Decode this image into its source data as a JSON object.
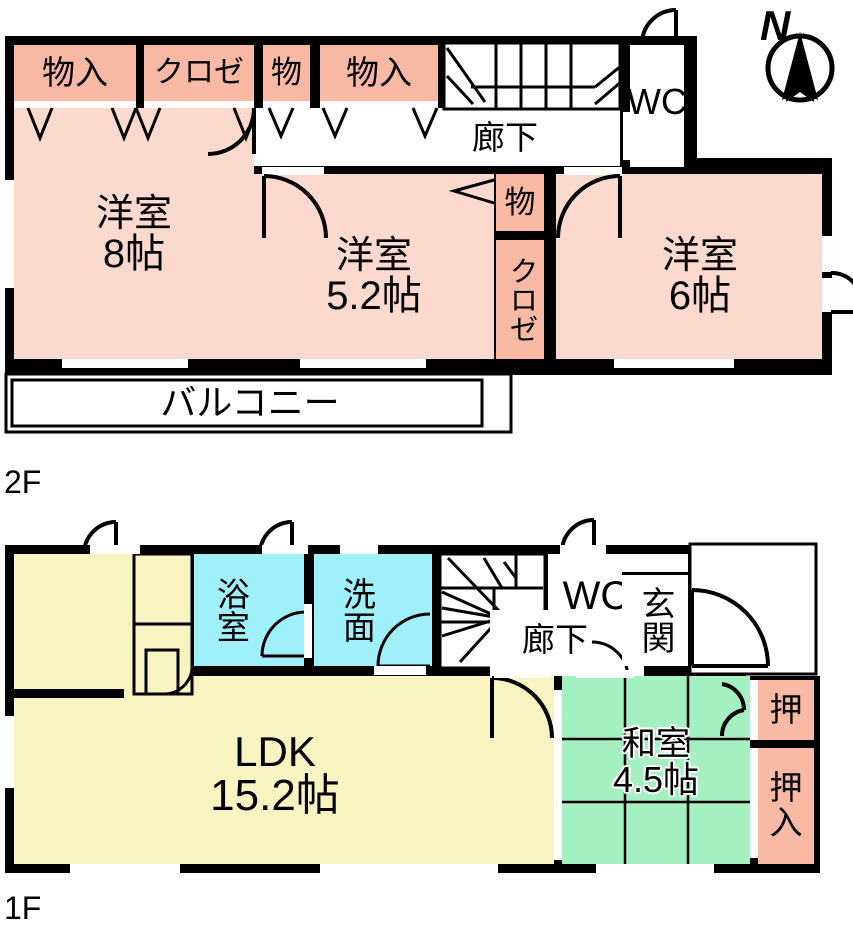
{
  "document": {
    "type": "floor-plan",
    "compass": {
      "label": "N",
      "direction": "up"
    }
  },
  "floors": [
    {
      "id": "2F",
      "label": "2F",
      "rooms": [
        {
          "name": "closet-monoire-1",
          "label": "物入",
          "color": "#f9b9a4"
        },
        {
          "name": "closet-kuroze",
          "label": "クロゼ",
          "color": "#f9b9a4"
        },
        {
          "name": "closet-mono",
          "label": "物",
          "color": "#f9b9a4"
        },
        {
          "name": "closet-monoire-2",
          "label": "物入",
          "color": "#f9b9a4"
        },
        {
          "name": "corridor-2f",
          "label": "廊下",
          "color": "#ffffff"
        },
        {
          "name": "toilet-2f",
          "label": "WC",
          "color": "#ffffff"
        },
        {
          "name": "western-room-8",
          "label": "洋室\n8帖",
          "color": "#fbd9cd"
        },
        {
          "name": "western-room-52",
          "label": "洋室\n5.2帖",
          "color": "#fbd9cd"
        },
        {
          "name": "western-room-6",
          "label": "洋室\n6帖",
          "color": "#fbd9cd"
        },
        {
          "name": "closet-mono-mid",
          "label": "物",
          "color": "#f9b9a4"
        },
        {
          "name": "closet-kuroze-mid",
          "label": "クロゼ",
          "color": "#f9b9a4"
        },
        {
          "name": "balcony",
          "label": "バルコニー",
          "color": "#ffffff"
        }
      ]
    },
    {
      "id": "1F",
      "label": "1F",
      "rooms": [
        {
          "name": "bathroom",
          "label": "浴室",
          "color": "#9ff0fb"
        },
        {
          "name": "washroom",
          "label": "洗面",
          "color": "#9ff0fb"
        },
        {
          "name": "toilet-1f",
          "label": "WC",
          "color": "#ffffff"
        },
        {
          "name": "corridor-1f",
          "label": "廊下",
          "color": "#ffffff"
        },
        {
          "name": "entrance",
          "label": "玄関",
          "color": "#ffffff"
        },
        {
          "name": "ldk",
          "label": "LDK\n15.2帖",
          "color": "#f7f4c2"
        },
        {
          "name": "japanese-room",
          "label": "和室\n4.5帖",
          "color": "#a4f0c0"
        },
        {
          "name": "closet-oshi",
          "label": "押",
          "color": "#f9b9a4"
        },
        {
          "name": "closet-oshiire",
          "label": "押\n入",
          "color": "#f9b9a4"
        }
      ]
    }
  ],
  "palette": {
    "wall": "#000000",
    "bedroom_fill": "#fbd9cd",
    "storage_fill": "#f9b9a4",
    "ldk_fill": "#f7f4c2",
    "water_fill": "#9ff0fb",
    "tatami_fill": "#a4f0c0",
    "background": "#ffffff"
  },
  "f2": {
    "labels": {
      "monoire1": "物入",
      "kuroze": "クロゼ",
      "mono": "物",
      "monoire2": "物入",
      "corridor": "廊下",
      "wc": "WC",
      "room8": "洋室",
      "room8_size": "8帖",
      "room52": "洋室",
      "room52_size": "5.2帖",
      "room6": "洋室",
      "room6_size": "6帖",
      "mono_mid": "物",
      "kuroze_mid": "クロゼ",
      "balcony": "バルコニー",
      "floor": "2F"
    }
  },
  "f1": {
    "labels": {
      "bath": "浴室",
      "wash": "洗面",
      "wc": "WC",
      "corridor": "廊下",
      "entrance": "玄関",
      "ldk": "LDK",
      "ldk_size": "15.2帖",
      "washitsu": "和室",
      "washitsu_size": "4.5帖",
      "oshi": "押",
      "oshi2": "押",
      "oshi2b": "入",
      "floor": "1F"
    }
  },
  "compass": {
    "label": "N"
  }
}
